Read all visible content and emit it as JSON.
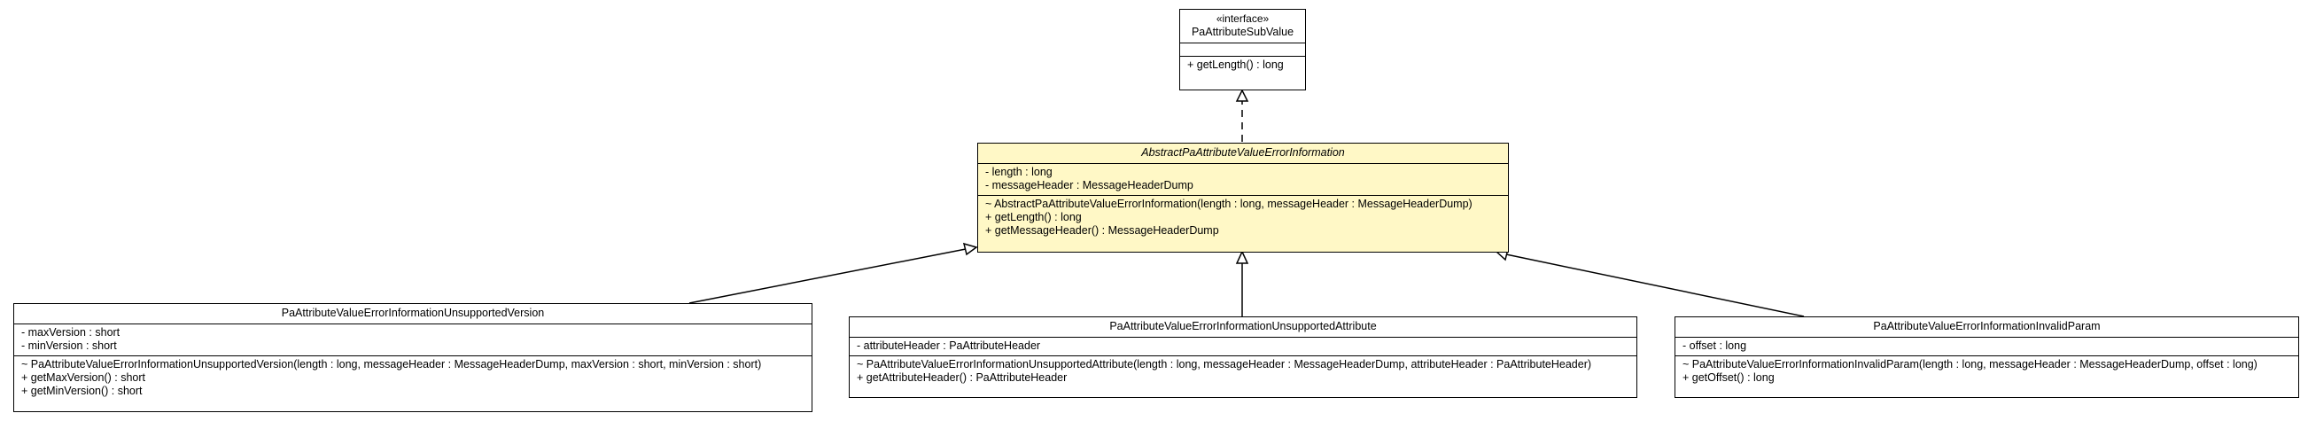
{
  "classes": {
    "sub_value": {
      "stereotype": "«interface»",
      "name": "PaAttributeSubValue",
      "attributes": [],
      "operations": [
        "+ getLength() : long"
      ]
    },
    "abstract_error": {
      "name": "AbstractPaAttributeValueErrorInformation",
      "attributes": [
        "- length : long",
        "- messageHeader : MessageHeaderDump"
      ],
      "operations": [
        "~ AbstractPaAttributeValueErrorInformation(length : long, messageHeader : MessageHeaderDump)",
        "+ getLength() : long",
        "+ getMessageHeader() : MessageHeaderDump"
      ]
    },
    "unsupported_version": {
      "name": "PaAttributeValueErrorInformationUnsupportedVersion",
      "attributes": [
        "- maxVersion : short",
        "- minVersion : short"
      ],
      "operations": [
        "~ PaAttributeValueErrorInformationUnsupportedVersion(length : long, messageHeader : MessageHeaderDump, maxVersion : short, minVersion : short)",
        "+ getMaxVersion() : short",
        "+ getMinVersion() : short"
      ]
    },
    "unsupported_attribute": {
      "name": "PaAttributeValueErrorInformationUnsupportedAttribute",
      "attributes": [
        "- attributeHeader : PaAttributeHeader"
      ],
      "operations": [
        "~ PaAttributeValueErrorInformationUnsupportedAttribute(length : long, messageHeader : MessageHeaderDump, attributeHeader : PaAttributeHeader)",
        "+ getAttributeHeader() : PaAttributeHeader"
      ]
    },
    "invalid_param": {
      "name": "PaAttributeValueErrorInformationInvalidParam",
      "attributes": [
        "- offset : long"
      ],
      "operations": [
        "~ PaAttributeValueErrorInformationInvalidParam(length : long, messageHeader : MessageHeaderDump, offset : long)",
        "+ getOffset() : long"
      ]
    }
  },
  "colors": {
    "focus_fill": "#fff8c6",
    "line": "#000000",
    "background": "#ffffff"
  }
}
